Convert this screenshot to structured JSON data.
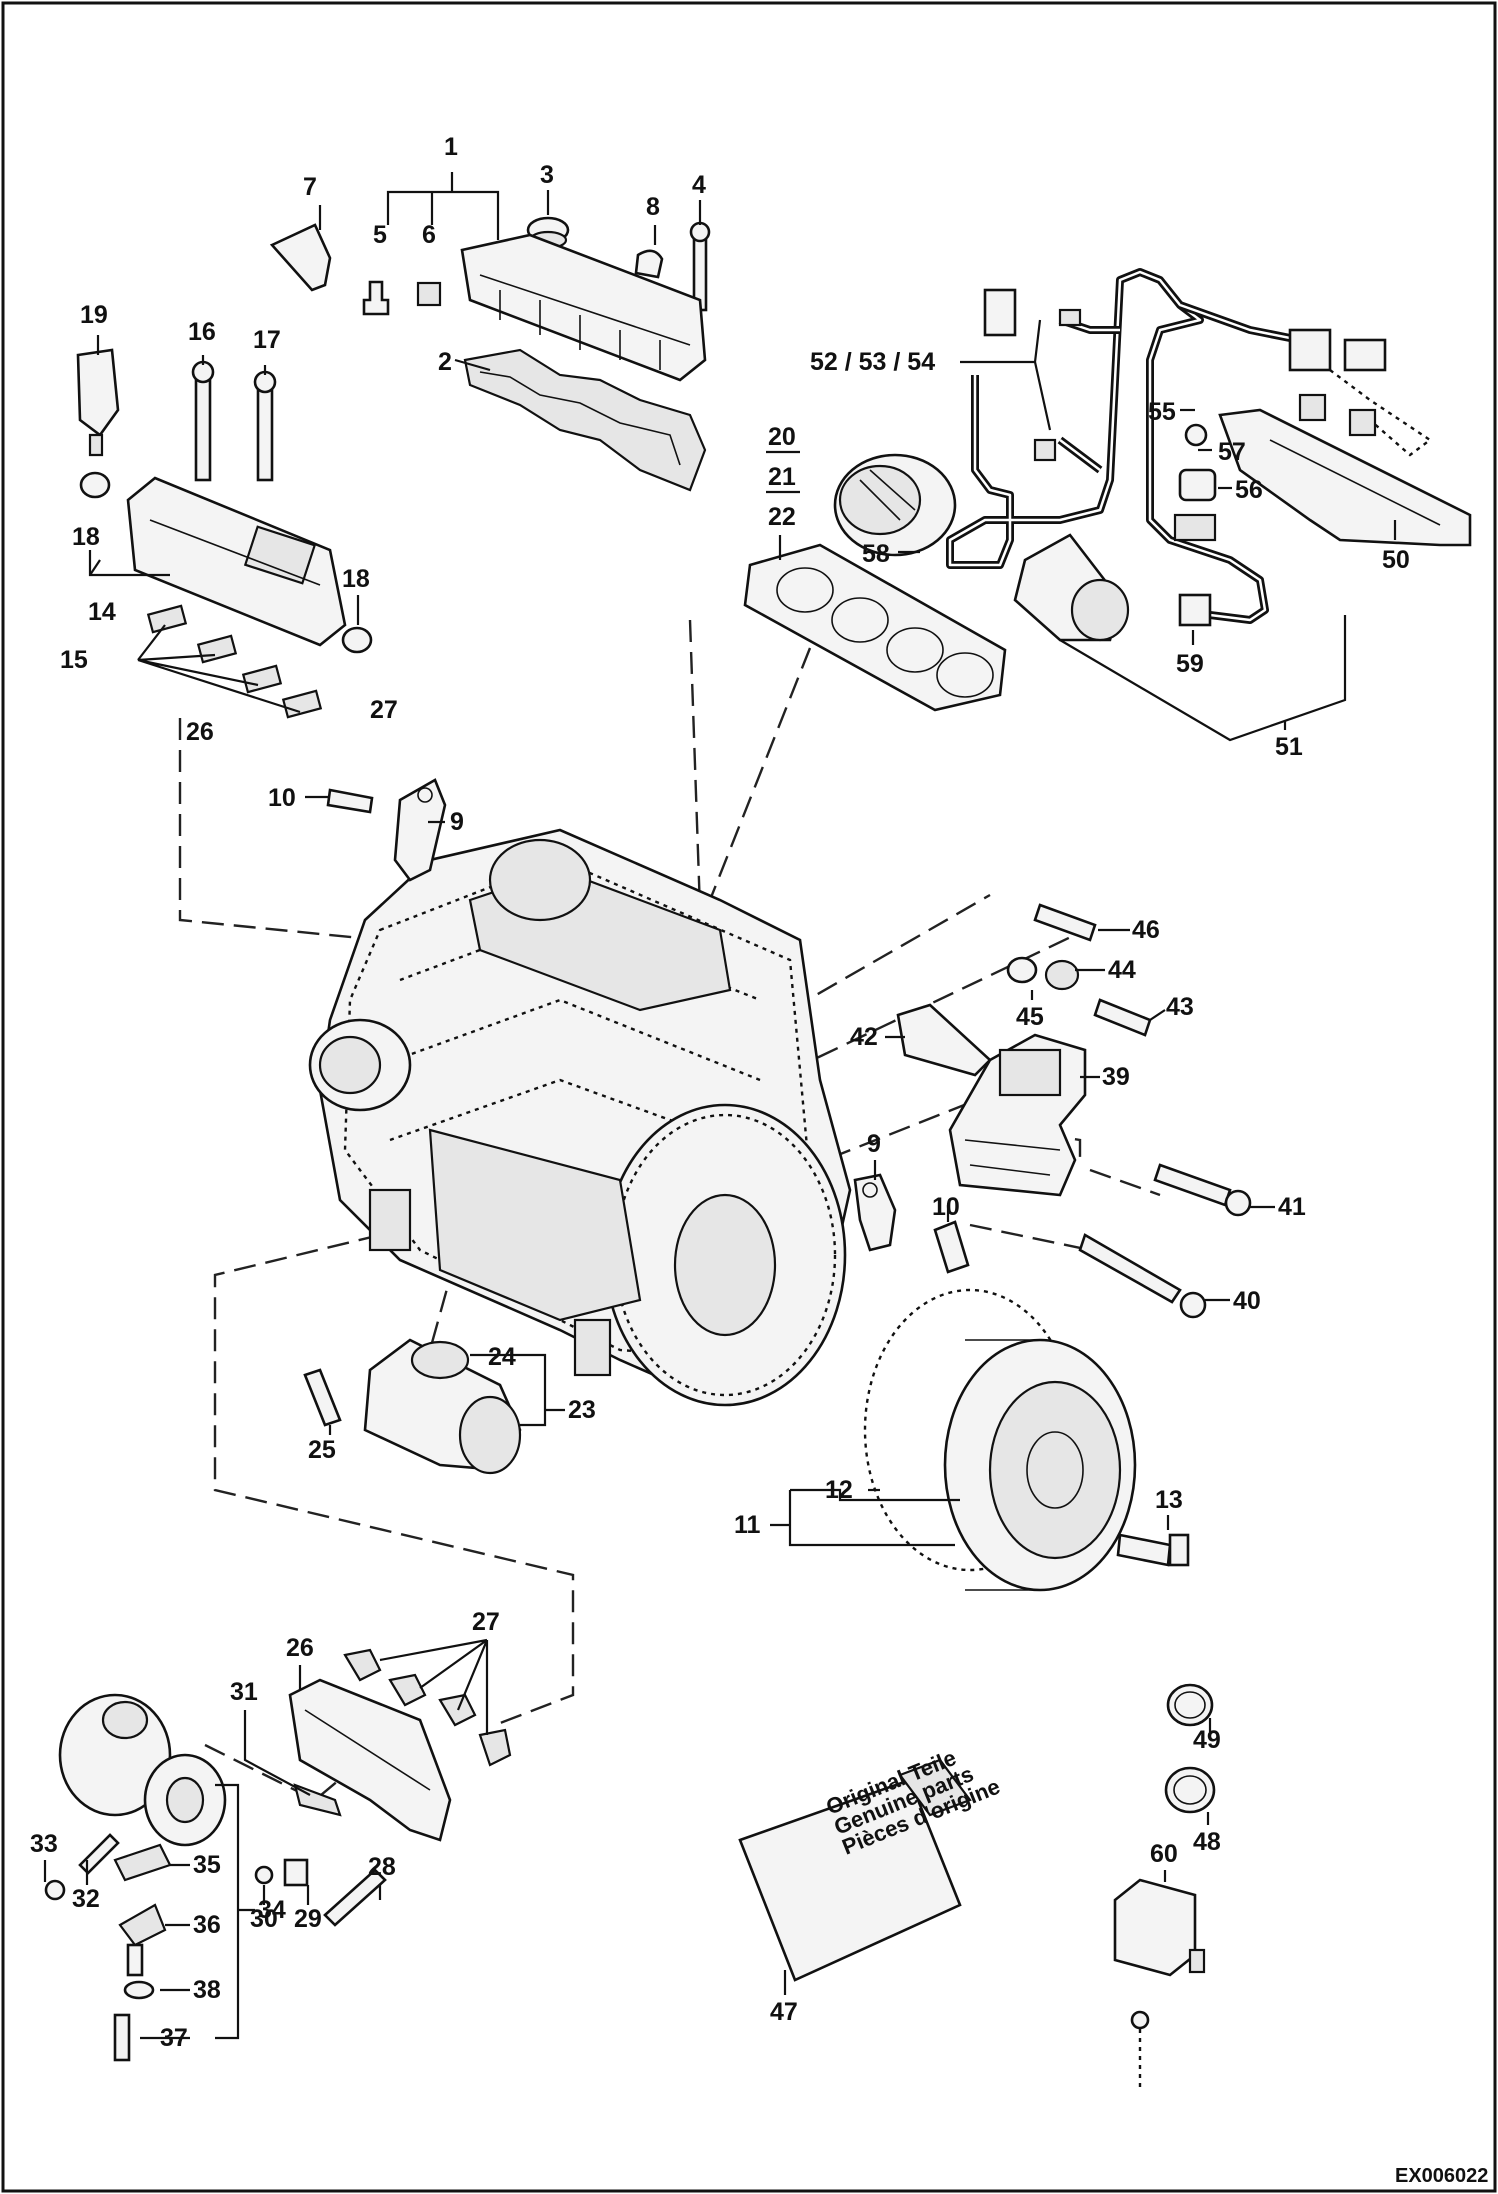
{
  "drawing_code": "EX006022",
  "book_text": {
    "line1": "Original Teile",
    "line2": "Genuine parts",
    "line3": "Pièces d'origine"
  },
  "callouts": {
    "c1": "1",
    "c2": "2",
    "c3": "3",
    "c4": "4",
    "c5": "5",
    "c6": "6",
    "c7": "7",
    "c8": "8",
    "c9a": "9",
    "c9b": "9",
    "c10a": "10",
    "c10b": "10",
    "c11": "11",
    "c12": "12",
    "c13": "13",
    "c14": "14",
    "c15": "15",
    "c16": "16",
    "c17": "17",
    "c18a": "18",
    "c18b": "18",
    "c19": "19",
    "c20": "20",
    "c21": "21",
    "c22": "22",
    "c23": "23",
    "c24": "24",
    "c25": "25",
    "c26a": "26",
    "c26b": "26",
    "c27a": "27",
    "c27b": "27",
    "c28": "28",
    "c29": "29",
    "c30": "30",
    "c31": "31",
    "c32": "32",
    "c33": "33",
    "c34": "34",
    "c35": "35",
    "c36": "36",
    "c37": "37",
    "c38": "38",
    "c39": "39",
    "c40": "40",
    "c41": "41",
    "c42": "42",
    "c43": "43",
    "c44": "44",
    "c45": "45",
    "c46": "46",
    "c47": "47",
    "c48": "48",
    "c49": "49",
    "c50": "50",
    "c51": "51",
    "c52": "52 / 53 / 54",
    "c55": "55",
    "c56": "56",
    "c57": "57",
    "c58": "58",
    "c59": "59",
    "c60": "60"
  }
}
